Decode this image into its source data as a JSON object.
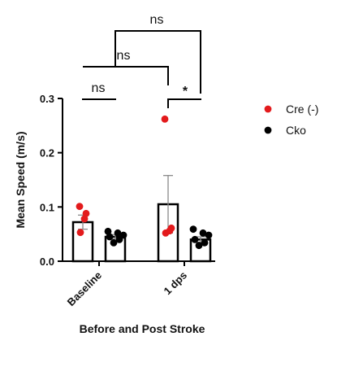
{
  "chart_data": {
    "type": "bar",
    "title": "",
    "xlabel": "Before and Post Stroke",
    "ylabel": "Mean Speed (m/s)",
    "ylim": [
      0,
      0.3
    ],
    "yticks": [
      "0.0",
      "0.1",
      "0.2",
      "0.3"
    ],
    "categories": [
      "Baseline",
      "1 dps"
    ],
    "series": [
      {
        "name": "Cre (-)",
        "color": "#e31a1c",
        "values": [
          0.072,
          0.105
        ],
        "error": [
          0.013,
          0.053
        ],
        "points": [
          [
            0.101,
            0.088,
            0.078,
            0.053
          ],
          [
            0.262,
            0.061,
            0.056,
            0.052
          ]
        ]
      },
      {
        "name": "Cko",
        "color": "#000000",
        "values": [
          0.045,
          0.04
        ],
        "error": [
          0.004,
          0.005
        ],
        "points": [
          [
            0.055,
            0.052,
            0.048,
            0.045,
            0.04,
            0.034
          ],
          [
            0.059,
            0.052,
            0.048,
            0.04,
            0.034,
            0.029
          ]
        ]
      }
    ],
    "comparisons": [
      {
        "label": "ns",
        "from": [
          0,
          0
        ],
        "to": [
          0,
          1
        ]
      },
      {
        "label": "ns",
        "from": [
          0,
          0
        ],
        "to": [
          1,
          0
        ]
      },
      {
        "label": "ns",
        "from": [
          0,
          1
        ],
        "to": [
          1,
          1
        ]
      },
      {
        "label": "*",
        "from": [
          1,
          0
        ],
        "to": [
          1,
          1
        ]
      }
    ],
    "legend_position": "right",
    "grid": false
  }
}
